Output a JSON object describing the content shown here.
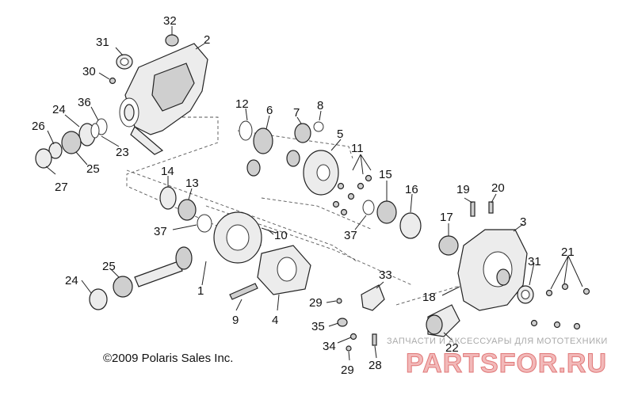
{
  "copyright": "©2009 Polaris Sales Inc.",
  "watermark": {
    "tagline": "ЗАПЧАСТИ И АКСЕССУАРЫ ДЛЯ МОТОТЕХНИКИ",
    "logo": "PARTSFOR.RU"
  },
  "callouts": {
    "c1": "1",
    "c2": "2",
    "c3": "3",
    "c4": "4",
    "c5": "5",
    "c6": "6",
    "c7": "7",
    "c8": "8",
    "c9": "9",
    "c10": "10",
    "c11": "11",
    "c12": "12",
    "c13": "13",
    "c14": "14",
    "c15": "15",
    "c16": "16",
    "c17": "17",
    "c18": "18",
    "c19": "19",
    "c20": "20",
    "c21": "21",
    "c22": "22",
    "c23": "23",
    "c24a": "24",
    "c24b": "24",
    "c25a": "25",
    "c25b": "25",
    "c26": "26",
    "c27": "27",
    "c28": "28",
    "c29a": "29",
    "c29b": "29",
    "c30": "30",
    "c31a": "31",
    "c31b": "31",
    "c32": "32",
    "c33": "33",
    "c34": "34",
    "c35": "35",
    "c36": "36",
    "c37a": "37",
    "c37b": "37"
  }
}
